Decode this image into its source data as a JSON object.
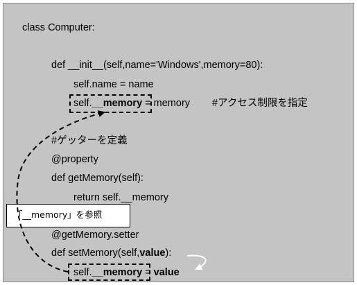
{
  "code": {
    "line1": "class Computer:",
    "line2": "def __init__(self,name='Windows',memory=80):",
    "line3": "self.name = name",
    "line4_target": "self.__memory",
    "line4_rest": " = memory",
    "line4_comment": "#アクセス制限を指定",
    "line5": "#ゲッターを定義",
    "line6": "@property",
    "line7": "def getMemory(self):",
    "line8": "return self.__memory",
    "line9": "@getMemory.setter",
    "line10_prefix": "def setMemory(self,",
    "line10_param": "value",
    "line10_suffix": "):",
    "line11_target_prefix": "self.",
    "line11_target_bold": "__memory",
    "line11_eq": " = ",
    "line11_value": "value"
  },
  "callout": {
    "text": "「__memory」を参照"
  },
  "colors": {
    "panel_bg": "#c4c4c4",
    "arrow_dashed": "#000000",
    "arrow_solid": "#ffffff"
  }
}
